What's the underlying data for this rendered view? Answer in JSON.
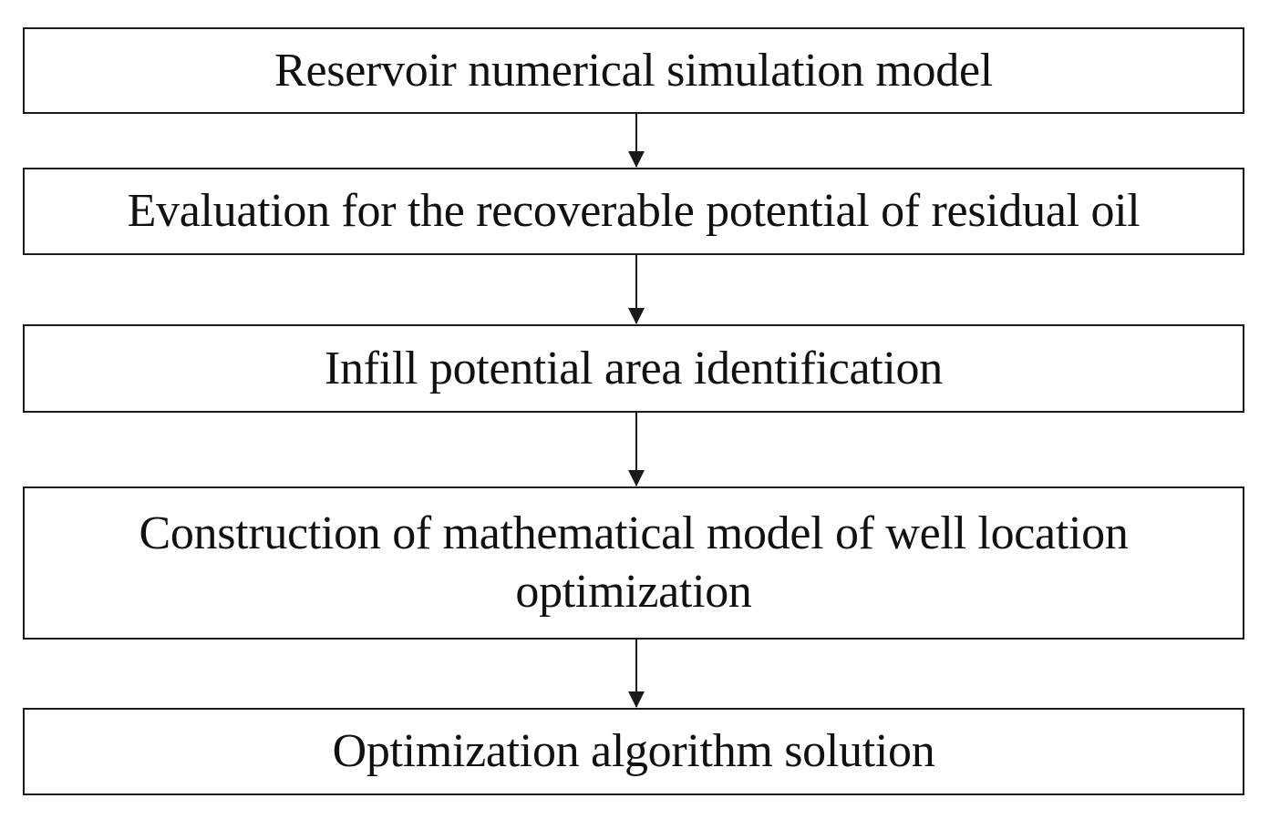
{
  "flowchart": {
    "steps": [
      {
        "label": "Reservoir numerical simulation model"
      },
      {
        "label": "Evaluation for the recoverable potential of residual oil"
      },
      {
        "label": "Infill potential area identification"
      },
      {
        "label": "Construction of mathematical model of well location optimization"
      },
      {
        "label": "Optimization algorithm solution"
      }
    ],
    "connectors": [
      {
        "from": 0,
        "to": 1
      },
      {
        "from": 1,
        "to": 2
      },
      {
        "from": 2,
        "to": 3
      },
      {
        "from": 3,
        "to": 4
      }
    ],
    "colors": {
      "border": "#1a1a1a",
      "text": "#111111",
      "background": "#ffffff"
    }
  }
}
